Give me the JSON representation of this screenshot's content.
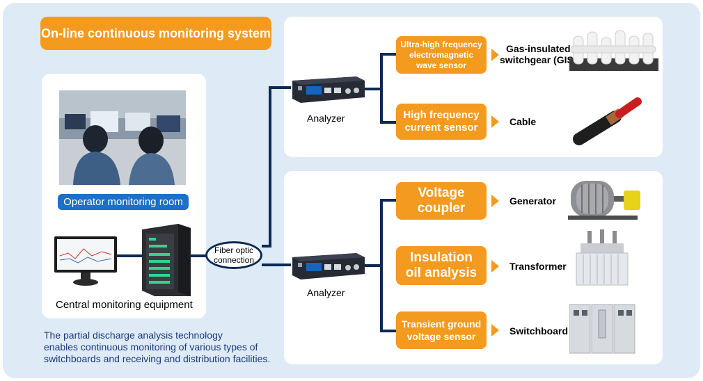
{
  "title": "On-line continuous monitoring system",
  "operator_room": {
    "label": "Operator monitoring room"
  },
  "central": {
    "label": "Central monitoring equipment"
  },
  "fiber": {
    "line1": "Fiber optic",
    "line2": "connection"
  },
  "description": {
    "line1": "The partial discharge analysis technology",
    "line2": "enables continuous monitoring of various types of",
    "line3": "switchboards and receiving and distribution facilities."
  },
  "upper": {
    "analyzer_label": "Analyzer",
    "sensors": [
      {
        "lines": [
          "Ultra-high frequency",
          "electromagnetic",
          "wave sensor"
        ],
        "equipment": [
          "Gas-insulated",
          "switchgear (GIS)"
        ]
      },
      {
        "lines": [
          "High frequency",
          "current sensor"
        ],
        "equipment": [
          "Cable"
        ]
      }
    ]
  },
  "lower": {
    "analyzer_label": "Analyzer",
    "sensors": [
      {
        "lines": [
          "Voltage",
          "coupler"
        ],
        "equipment": [
          "Generator"
        ]
      },
      {
        "lines": [
          "Insulation",
          "oil analysis"
        ],
        "equipment": [
          "Transformer"
        ]
      },
      {
        "lines": [
          "Transient ground",
          "voltage sensor"
        ],
        "equipment": [
          "Switchboard"
        ]
      }
    ]
  },
  "colors": {
    "orange": "#f39a1f",
    "blue_badge": "#1e6fc7",
    "navy_line": "#0b2a54",
    "background": "#dfeaf7"
  }
}
